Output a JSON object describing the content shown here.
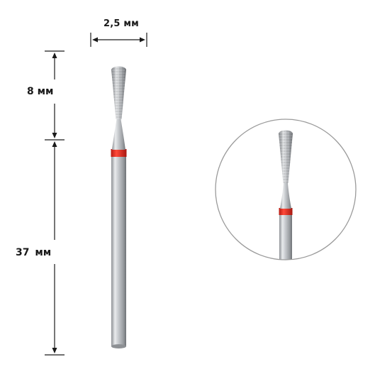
{
  "dimensions": {
    "head_width": "2,5 мм",
    "head_length": "8 мм",
    "shank_length": "37  мм"
  },
  "colors": {
    "band": "#e8281d",
    "metal": "#b9bcc0",
    "line": "#1a1a1a",
    "circle": "#9a9a9a"
  },
  "icons": [
    "diamond-bur-icon",
    "magnified-bur-icon"
  ]
}
